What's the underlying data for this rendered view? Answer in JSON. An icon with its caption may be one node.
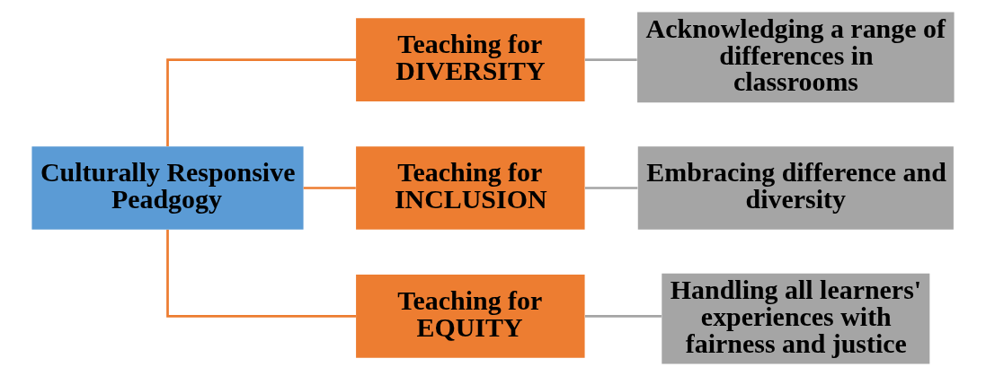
{
  "diagram": {
    "nodes": [
      {
        "text": [
          "Culturally Responsive Peadgogy"
        ]
      },
      {
        "text": [
          "Teaching for DIVERSITY"
        ]
      },
      {
        "text": [
          "Teaching for INCLUSION"
        ]
      },
      {
        "text": [
          "Teaching for EQUITY"
        ]
      },
      {
        "text": [
          "Acknowledging a range of differences in classrooms"
        ]
      },
      {
        "text": [
          "Embracing difference and diversity"
        ]
      },
      {
        "text": [
          "Handling all learners' experiences with fairness and justice"
        ]
      }
    ],
    "edges": [
      {
        "from": 0,
        "to": 1,
        "arrow": "none",
        "color": "#ed7d31"
      },
      {
        "from": 0,
        "to": 2,
        "arrow": "none",
        "color": "#ed7d31"
      },
      {
        "from": 0,
        "to": 3,
        "arrow": "none",
        "color": "#ed7d31"
      },
      {
        "from": 1,
        "to": 4,
        "arrow": "none",
        "color": "#a5a5a5"
      },
      {
        "from": 2,
        "to": 5,
        "arrow": "none",
        "color": "#a5a5a5"
      },
      {
        "from": 3,
        "to": 6,
        "arrow": "none",
        "color": "#a5a5a5"
      }
    ]
  }
}
